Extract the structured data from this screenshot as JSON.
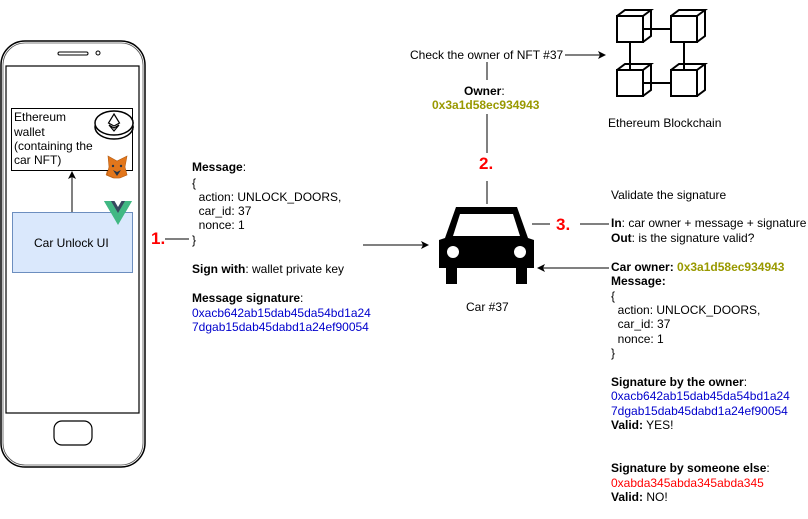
{
  "phone": {
    "wallet_text": [
      "Ethereum",
      "wallet",
      "(containing the",
      "car NFT)"
    ],
    "ui_label": "Car Unlock UI"
  },
  "steps": {
    "s1": "1.",
    "s2": "2.",
    "s3": "3."
  },
  "message_block": {
    "message_label": "Message",
    "lines": [
      "{",
      "  action: UNLOCK_DOORS,",
      "  car_id: 37",
      "  nonce: 1",
      "}"
    ],
    "sign_with_label": "Sign with",
    "sign_with_value": ": wallet private key",
    "signature_label": "Message signature",
    "signature_lines": [
      "0xacb642ab15dab45da54bd1a24",
      "7dgab15dab45dabd1a24ef90054"
    ]
  },
  "blockchain": {
    "check_text": "Check the owner of NFT #37",
    "owner_label": "Owner",
    "owner_value": "0x3a1d58ec934943",
    "name": "Ethereum Blockchain"
  },
  "car": {
    "label": "Car #37"
  },
  "validation": {
    "title": "Validate the signature",
    "in_label": "In",
    "in_value": ": car owner + message + signature",
    "out_label": "Out",
    "out_value": ": is the signature valid?",
    "car_owner_label": "Car owner",
    "car_owner_value": "0x3a1d58ec934943",
    "message_label": "Message",
    "lines": [
      "{",
      "  action: UNLOCK_DOORS,",
      "  car_id: 37",
      "  nonce: 1",
      "}"
    ],
    "owner_sig_label": "Signature by the owner",
    "owner_sig_lines": [
      "0xacb642ab15dab45da54bd1a24",
      "7dgab15dab45dabd1a24ef90054"
    ],
    "valid_label": "Valid:",
    "owner_valid": " YES!",
    "else_sig_label": "Signature by someone else",
    "else_sig_value": "0xabda345abda345abda345",
    "else_valid": " NO!"
  },
  "colors": {
    "ui_fill": "#dae8fc",
    "ui_stroke": "#6c8ebf",
    "step": "#ff0000",
    "address": "#999900",
    "signature": "#0000cc",
    "bad_signature": "#ff0000"
  }
}
